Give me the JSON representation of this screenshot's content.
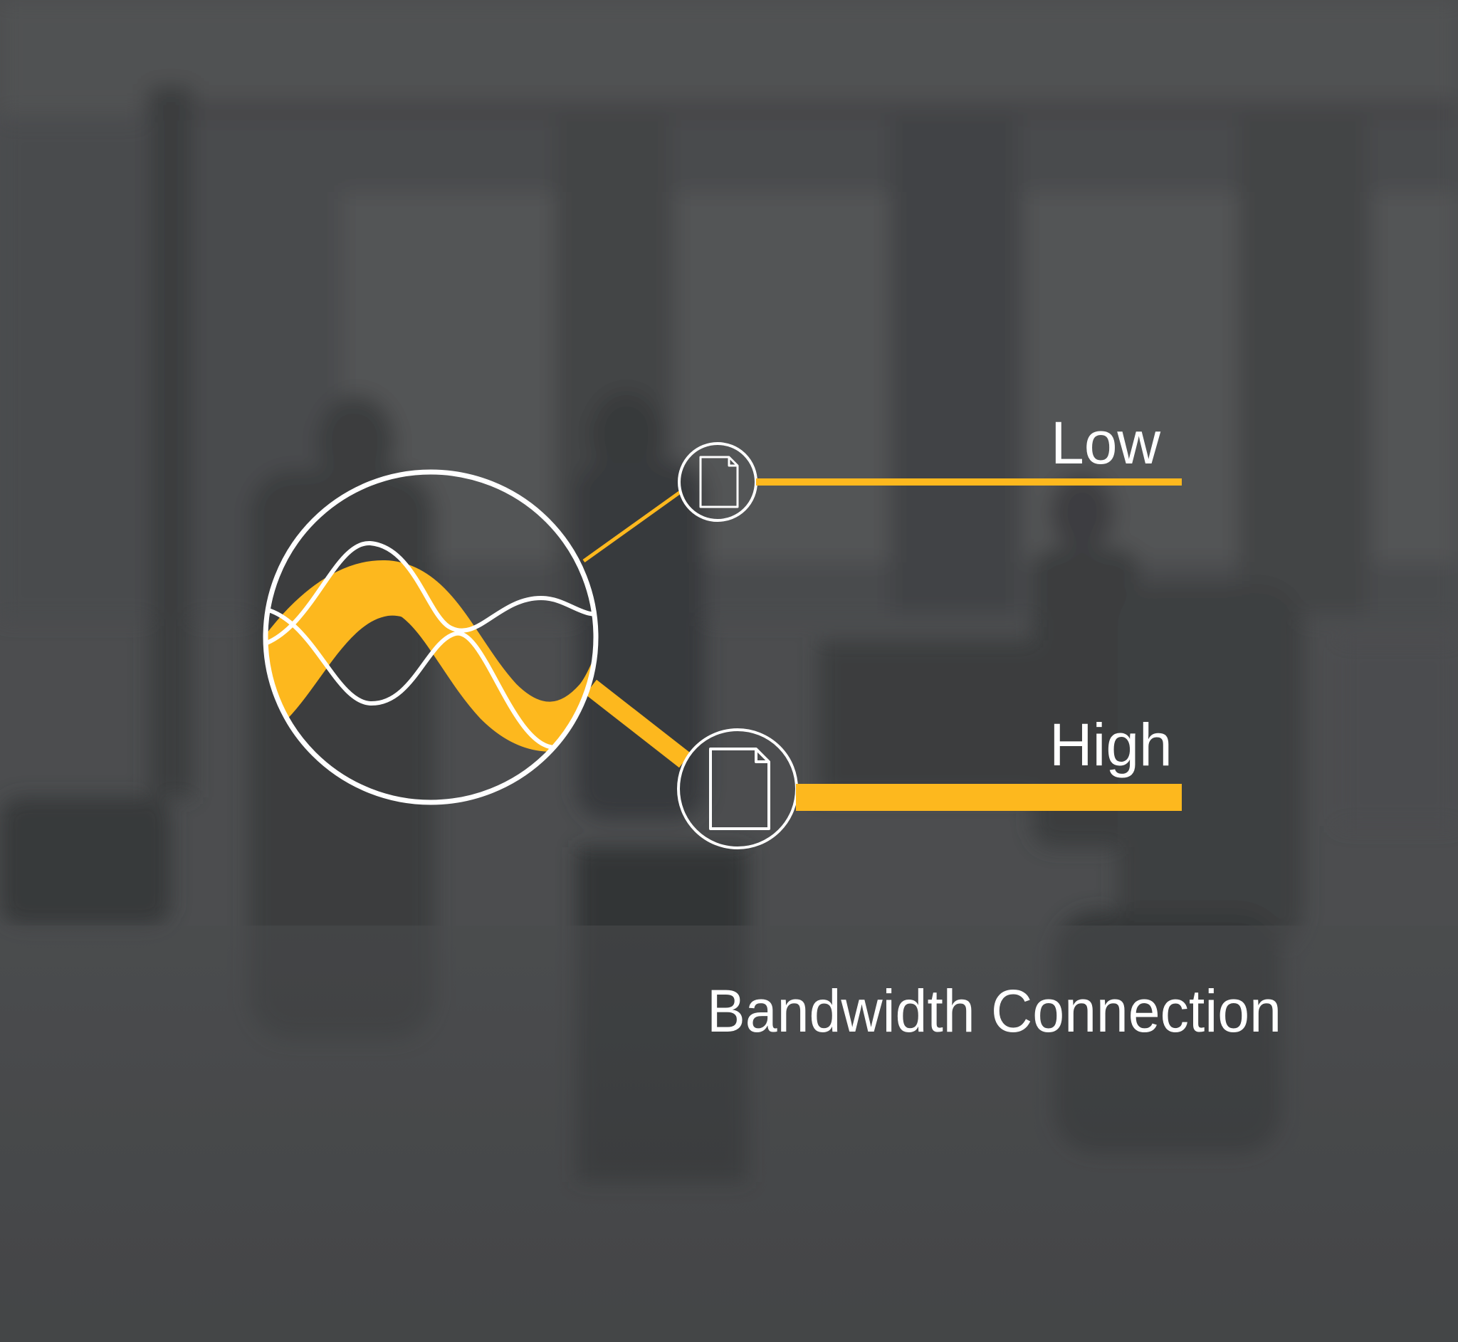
{
  "diagram": {
    "title": "Bandwidth Connection",
    "levels": [
      {
        "label": "Low",
        "line_thickness": "thin",
        "icon": "document-icon"
      },
      {
        "label": "High",
        "line_thickness": "thick",
        "icon": "document-icon"
      }
    ],
    "central_icon": "signal-wave-icon"
  },
  "colors": {
    "accent": "#FDB81E",
    "foreground": "#FFFFFF",
    "background_overlay": "#3F4142"
  }
}
